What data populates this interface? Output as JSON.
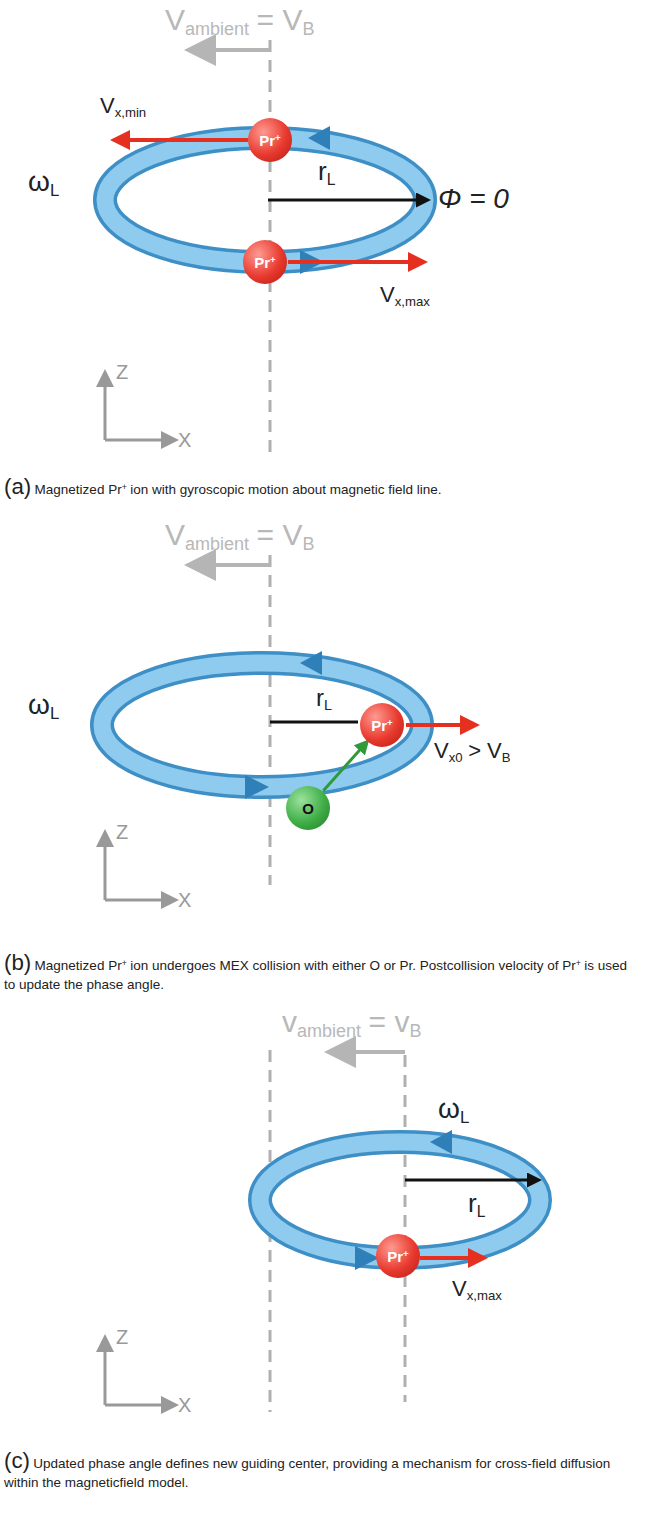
{
  "diagram": {
    "nodes": [
      {
        "text": [
          "Pr",
          "+"
        ]
      },
      {
        "text": [
          "Pr",
          "+"
        ]
      },
      {
        "text": [
          "Pr",
          "+"
        ]
      },
      {
        "text": [
          "O"
        ]
      },
      {
        "text": [
          "Pr",
          "+"
        ]
      }
    ],
    "edges": [
      {
        "from": 3,
        "to": 2,
        "arrow": "to"
      }
    ],
    "labels": [
      "V",
      "ambient",
      "= V",
      "B",
      "V",
      "x,min",
      "ω",
      "L",
      "r",
      "L",
      "Φ = 0",
      "V",
      "x,max",
      "Z",
      "X",
      "(a)",
      "Magnetized Pr",
      "+",
      "ion with gyroscopic motion about magnetic field line.",
      "V",
      "ambient",
      "= V",
      "B",
      "ω",
      "L",
      "r",
      "L",
      "V",
      "x0",
      "> V",
      "B",
      "Z",
      "X",
      "(b)",
      "Magnetized Pr",
      "+",
      "ion undergoes MEX collision with either O or Pr. Postcollision velocity of Pr",
      "+",
      "is used to update the phase angle.",
      "v",
      "ambient",
      "= v",
      "B",
      "ω",
      "L",
      "r",
      "L",
      "V",
      "x,max",
      "Z",
      "X",
      "(c)",
      "Updated phase angle defines new guiding center, providing a mechanism for cross-field diffusion within the magneticfield model."
    ]
  }
}
